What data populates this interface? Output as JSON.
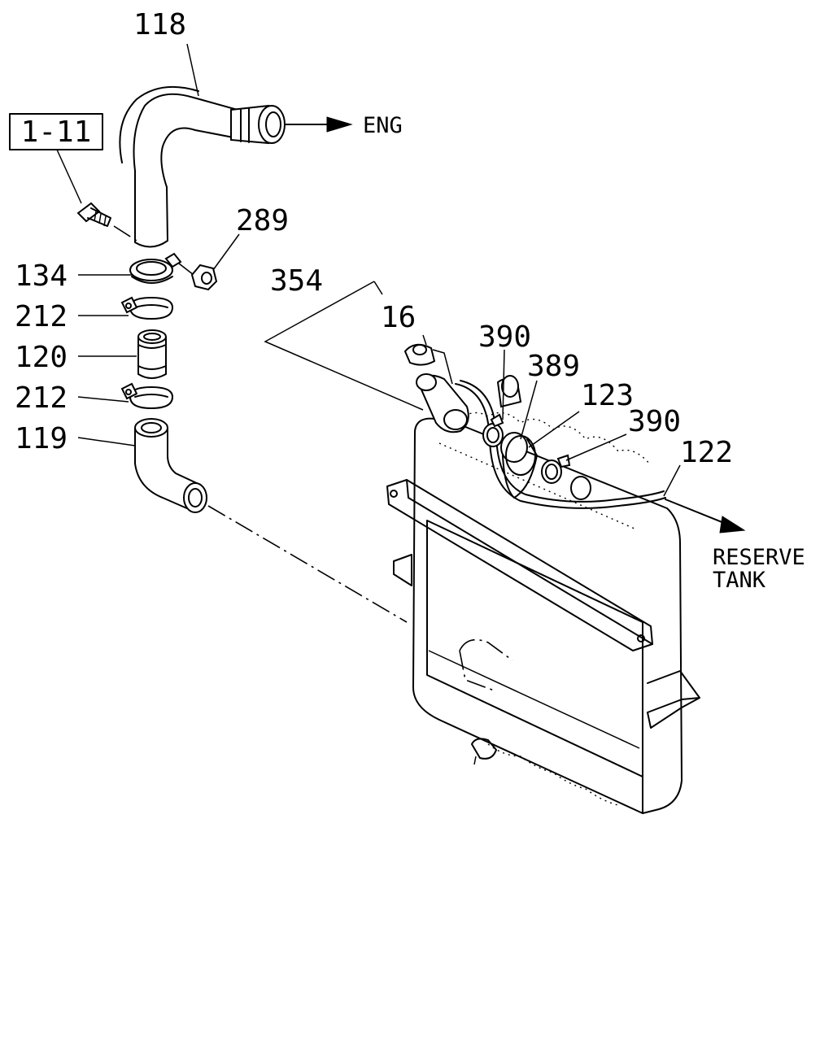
{
  "callouts": {
    "p118": "118",
    "p289": "289",
    "p134": "134",
    "p212a": "212",
    "p120": "120",
    "p212b": "212",
    "p119": "119",
    "p354": "354",
    "p16": "16",
    "p390a": "390",
    "p389": "389",
    "p123": "123",
    "p390b": "390",
    "p122": "122"
  },
  "ref_box": "1-11",
  "destinations": {
    "engine": "ENG",
    "reserve_line1": "RESERVE",
    "reserve_line2": "TANK"
  }
}
